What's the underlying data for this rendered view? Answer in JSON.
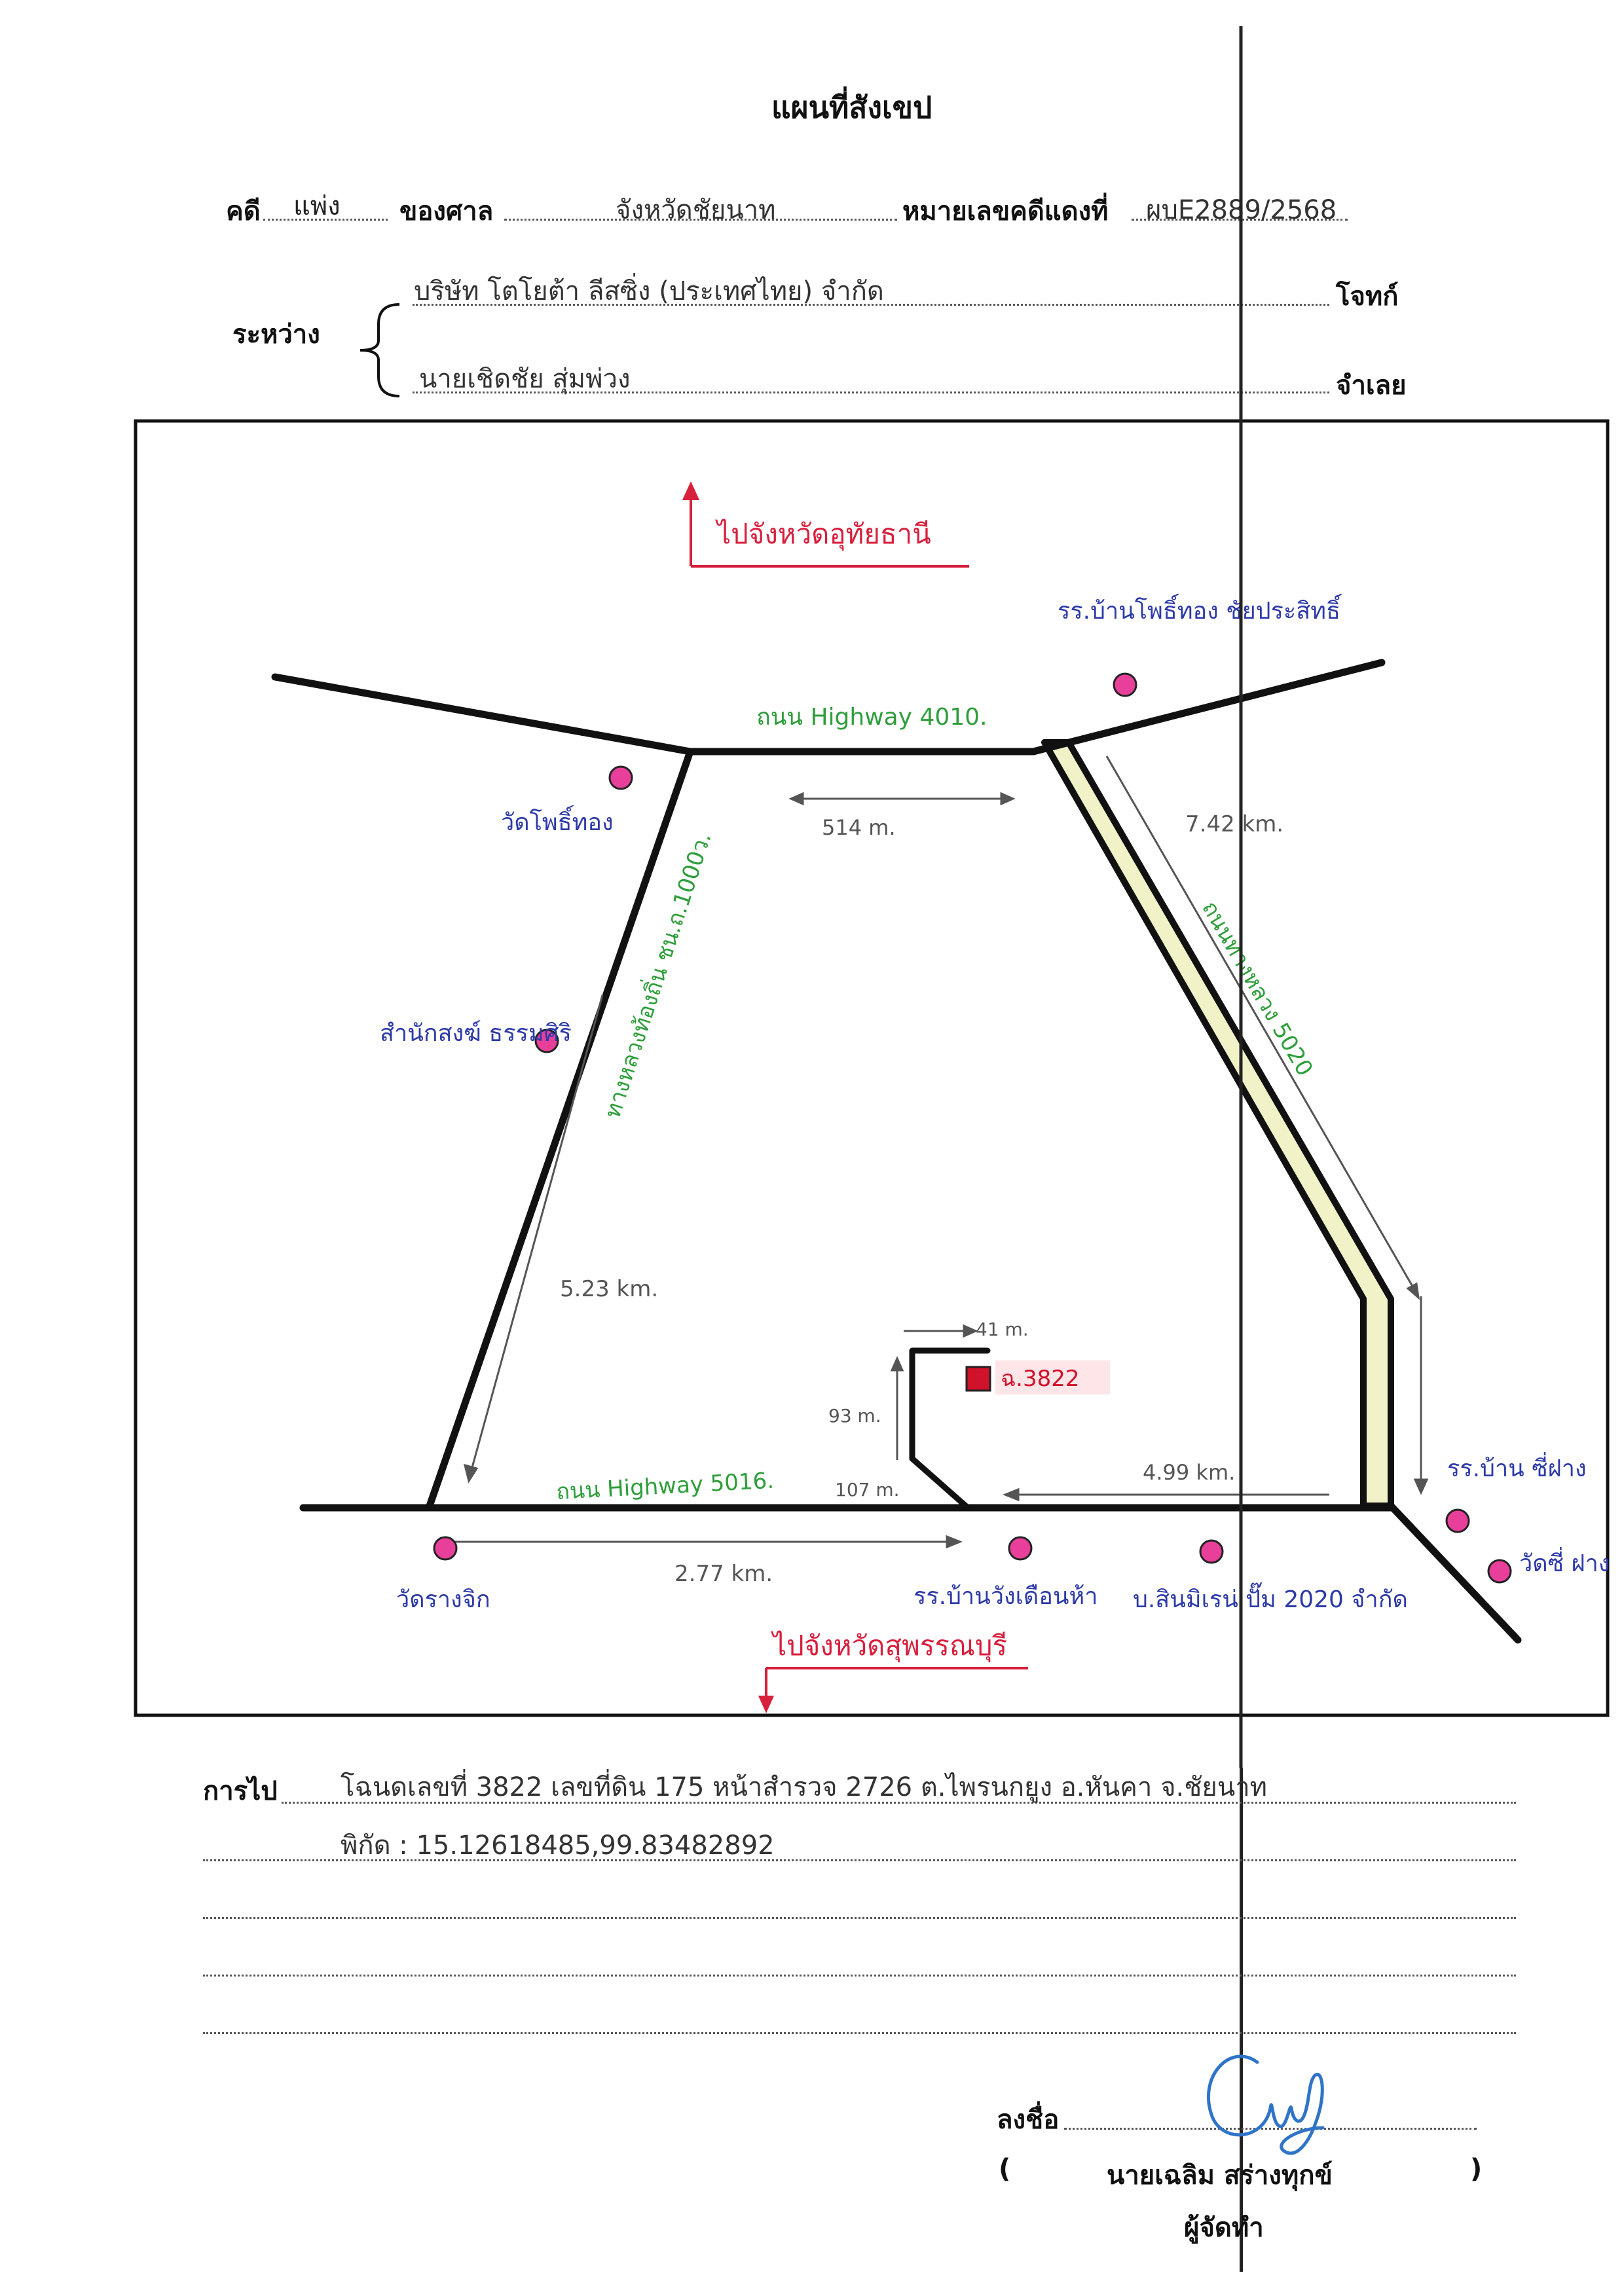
{
  "title": "แผนที่สังเขป",
  "case_line": {
    "case_label": "คดี",
    "case_type": "แพ่ง",
    "court_label": "ของศาล",
    "court_value": "จังหวัดชัยนาท",
    "red_case_label": "หมายเลขคดีแดงที่",
    "red_case_value": "ผบE2889/2568"
  },
  "parties": {
    "between_label": "ระหว่าง",
    "plaintiff_name": "บริษัท โตโยต้า ลีสซิ่ง (ประเทศไทย) จำกัด",
    "plaintiff_label": "โจทก์",
    "defendant_name": "นายเชิดชัย  สุ่มพ่วง",
    "defendant_label": "จำเลย"
  },
  "map": {
    "north_direction": "ไปจังหวัดอุทัยธานี",
    "south_direction": "ไปจังหวัดสุพรรณบุรี",
    "road_top": "ถนน Highway 4010.",
    "road_bottom": "ถนน Highway 5016.",
    "road_left": "ทางหลวงท้องถิ่น ชน.ถ.1000ว.",
    "road_right": "ถนนทางหลวง 5020",
    "dist_top": "514 m.",
    "dist_right": "7.42 km.",
    "dist_left": "5.23 km.",
    "dist_bottom_left": "2.77 km.",
    "dist_bottom_right": "4.99 km.",
    "dist_41": "41 m.",
    "dist_93": "93 m.",
    "dist_107": "107 m.",
    "parcel_label": "ฉ.3822",
    "landmarks": [
      "รร.บ้านโพธิ์ทอง ชัยประสิทธิ์",
      "วัดโพธิ์ทอง",
      "สำนักสงฆ์ ธรรมศิริ",
      "รร.บ้าน ซี่ฝาง",
      "วัดซี่ ฝาง",
      "วัดรางจิก",
      "รร.บ้านวังเดือนห้า",
      "บ.สินมิเรน่ ปั๊ม 2020 จำกัด"
    ],
    "colors": {
      "road_text": "#2e9e3a",
      "place_text": "#2d3aa8",
      "direction_text": "#d81f3c",
      "marker": "#e8409a",
      "parcel": "#d0122a",
      "highlight": "#f2f2c8"
    }
  },
  "directions": {
    "label": "การไป",
    "line1": "โฉนดเลขที่ 3822 เลขที่ดิน 175 หน้าสำรวจ 2726 ต.ไพรนกยูง อ.หันคา จ.ชัยนาท",
    "line2": "พิกัด : 15.12618485,99.83482892"
  },
  "signature": {
    "sign_label": "ลงชื่อ",
    "open_paren": "(",
    "name": "นายเฉลิม  สร่างทุกข์",
    "close_paren": ")",
    "role": "ผู้จัดทำ"
  }
}
